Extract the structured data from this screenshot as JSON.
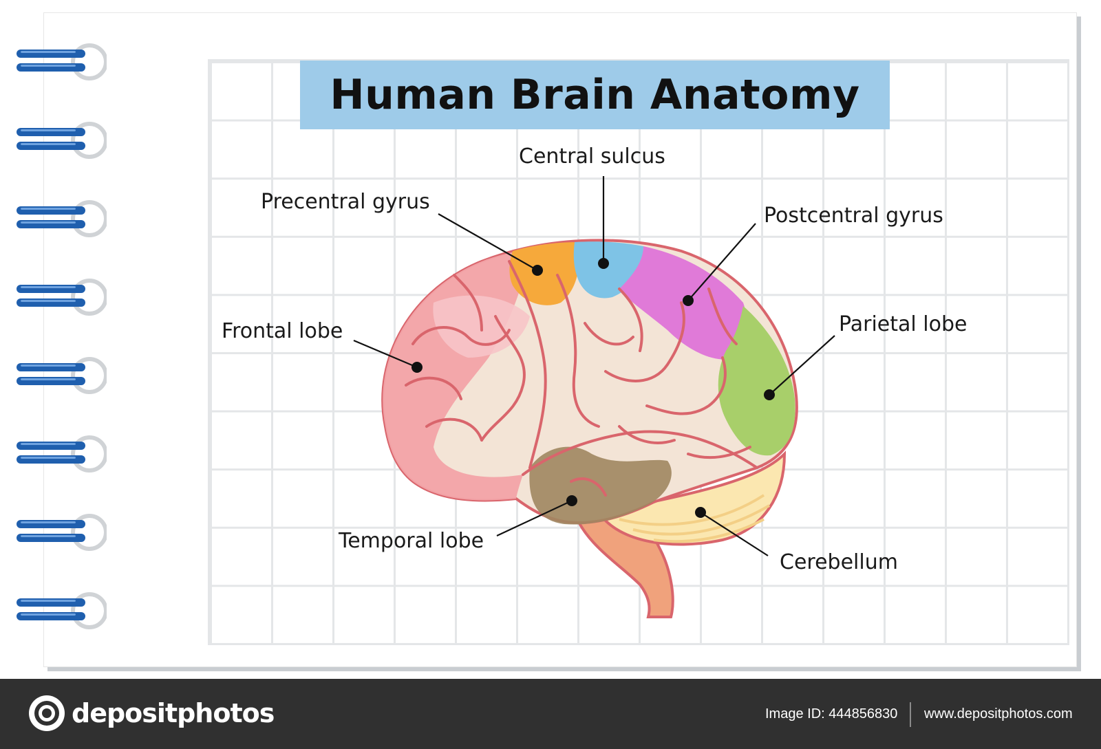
{
  "title": "Human Brain Anatomy",
  "labels": {
    "central_sulcus": "Central sulcus",
    "precentral_gyrus": "Precentral gyrus",
    "postcentral_gyrus": "Postcentral gyrus",
    "frontal_lobe": "Frontal lobe",
    "parietal_lobe": "Parietal lobe",
    "temporal_lobe": "Temporal lobe",
    "cerebellum": "Cerebellum"
  },
  "colors": {
    "title_bg": "#9ecbe9",
    "frontal": "#f2a3a8",
    "precentral": "#f6a93b",
    "central": "#7ec3e6",
    "postcentral": "#e07ad8",
    "parietal": "#a8cf6a",
    "temporal": "#a08660",
    "cerebellum": "#fbe7b0",
    "brainstem": "#f0a27c",
    "outline": "#d9656c",
    "ring_blue": "#1f5fae"
  },
  "footer": {
    "brand": "depositphotos",
    "image_id": "Image ID: 444856830",
    "site": "www.depositphotos.com"
  }
}
